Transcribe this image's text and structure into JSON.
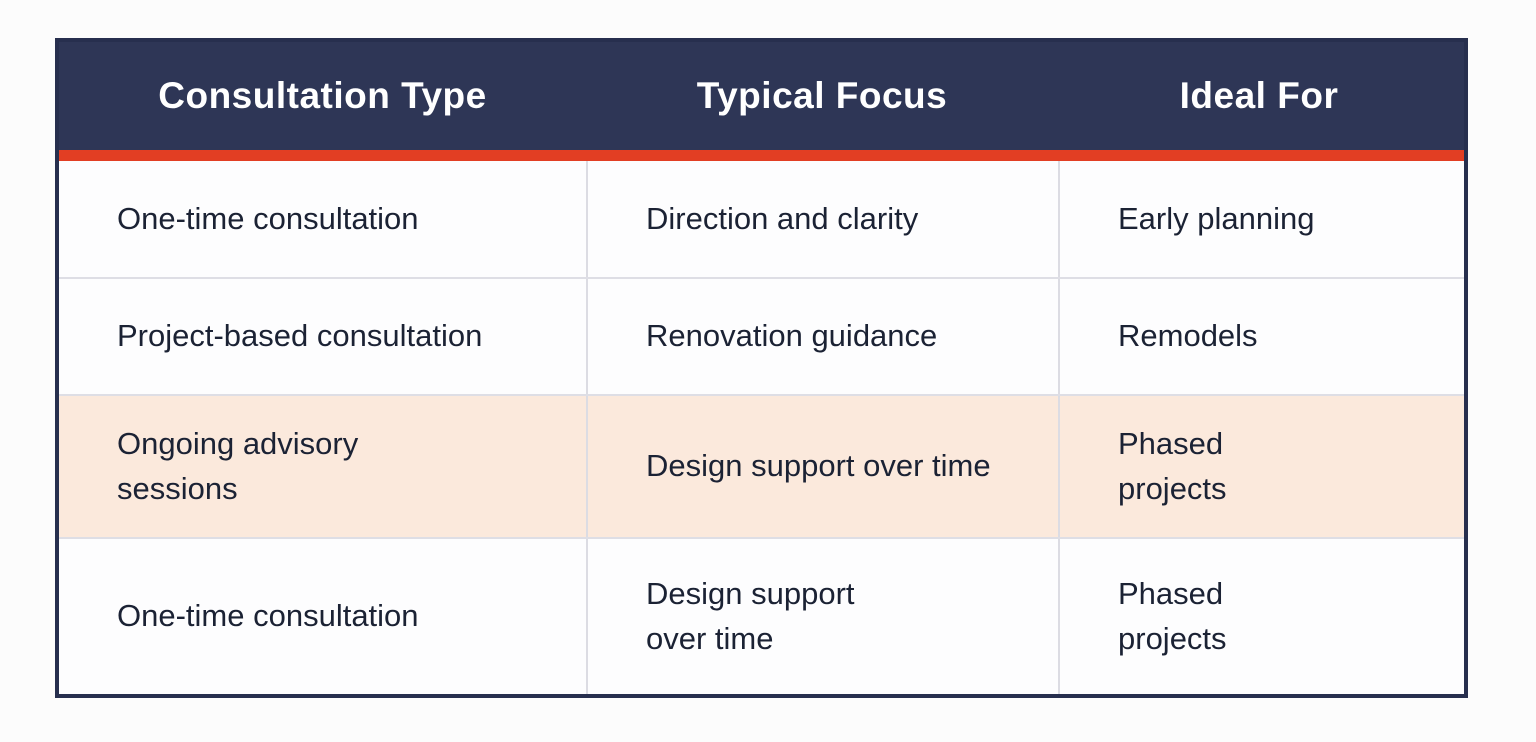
{
  "table": {
    "headers": [
      "Consultation Type",
      "Typical Focus",
      "Ideal For"
    ],
    "rows": [
      [
        "One-time consultation",
        "Direction and clarity",
        "Early planning"
      ],
      [
        "Project-based consultation",
        "Renovation guidance",
        "Remodels"
      ],
      [
        "Ongoing advisory\nsessions",
        "Design support over time",
        "Phased\nprojects"
      ],
      [
        "One-time consultation",
        "Design support\nover time",
        "Phased\nprojects"
      ]
    ],
    "highlighted_row_index": 2,
    "colors": {
      "header_bg": "#2e3656",
      "header_text": "#ffffff",
      "accent_stripe": "#e23e23",
      "highlight_row_bg": "#fbe9dc",
      "body_text": "#1b2234",
      "border": "#272f4e"
    }
  },
  "chart_data": {
    "type": "table",
    "title": "",
    "columns": [
      "Consultation Type",
      "Typical Focus",
      "Ideal For"
    ],
    "rows": [
      [
        "One-time consultation",
        "Direction and clarity",
        "Early planning"
      ],
      [
        "Project-based consultation",
        "Renovation guidance",
        "Remodels"
      ],
      [
        "Ongoing advisory sessions",
        "Design support over time",
        "Phased projects"
      ],
      [
        "One-time consultation",
        "Design support over time",
        "Phased projects"
      ]
    ],
    "highlighted_row": "Ongoing advisory sessions",
    "legend_position": "none",
    "grid": "on"
  }
}
